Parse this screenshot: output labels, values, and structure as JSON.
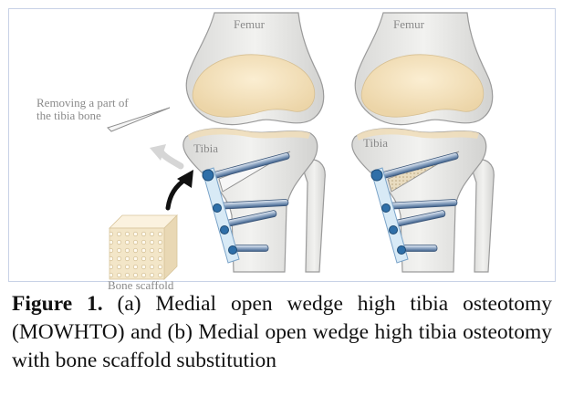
{
  "figure": {
    "labels": {
      "femur_left": "Femur",
      "femur_right": "Femur",
      "tibia_left": "Tibia",
      "tibia_right": "Tibia",
      "removing": "Removing a part of\nthe tibia bone",
      "scaffold": "Bone scaffold"
    },
    "colors": {
      "bone_fill": "#e8e8e6",
      "bone_stroke": "#9a9a9a",
      "cartilage": "#f0ddb8",
      "plate": "#d8eaf6",
      "screw": "#4a7fb8",
      "screw_head": "#2f6fa8",
      "arrow_gray": "#d8d8d8",
      "arrow_black": "#111111"
    }
  },
  "caption": {
    "label": "Figure 1.",
    "text": "(a) Medial open wedge high tibia osteotomy (MOWHTO) and (b) Medial open wedge high tibia osteotomy with bone scaffold substitution"
  }
}
